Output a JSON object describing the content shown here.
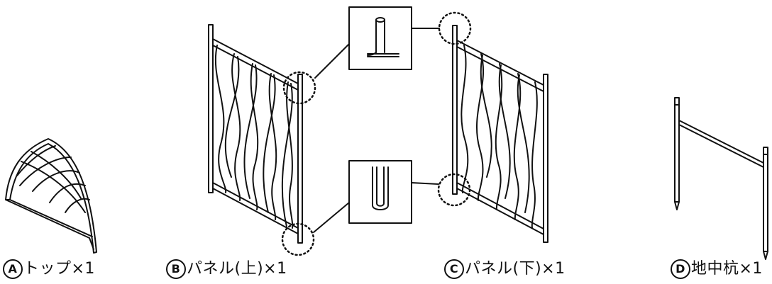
{
  "parts": [
    {
      "mark": "A",
      "label": "トップ×1"
    },
    {
      "mark": "B",
      "label": "パネル(上)×1"
    },
    {
      "mark": "C",
      "label": "パネル(下)×1"
    },
    {
      "mark": "D",
      "label": "地中杭×1"
    }
  ],
  "colors": {
    "line": "#111111",
    "background": "#ffffff"
  },
  "icons": [
    "top-arch-icon",
    "upper-panel-icon",
    "lower-panel-icon",
    "ground-stake-icon",
    "detail-zoom-icon"
  ]
}
